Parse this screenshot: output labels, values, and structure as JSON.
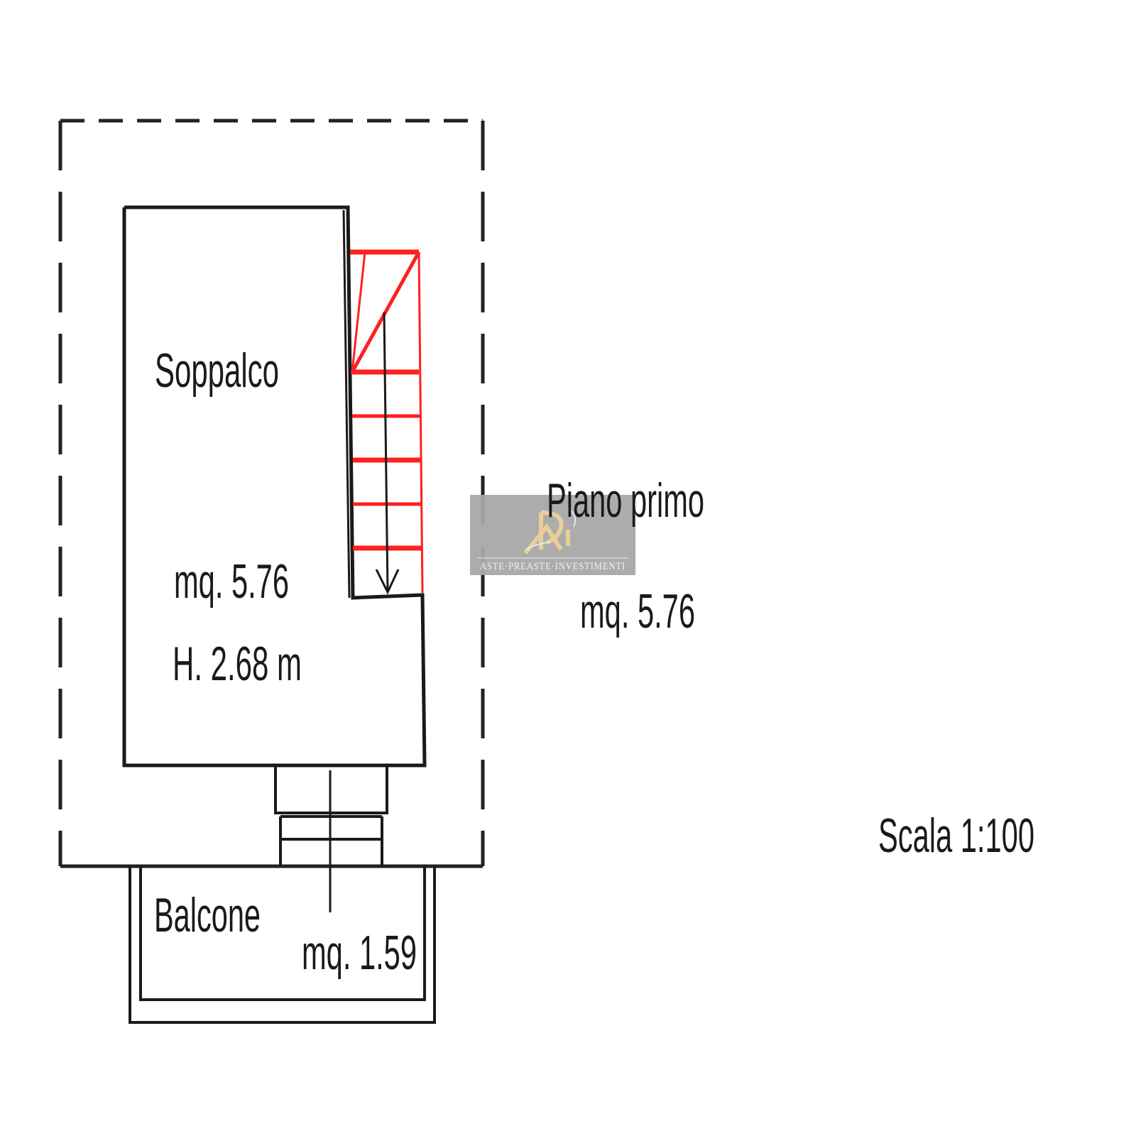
{
  "plan": {
    "rooms": [
      {
        "name": "Soppalco",
        "area": "mq. 5.76",
        "height": "H. 2.68 m"
      },
      {
        "name": "Balcone",
        "area": "mq. 1.59"
      }
    ],
    "floor": {
      "name": "Piano primo",
      "area": "mq. 5.76"
    },
    "scale": "Scala 1:100"
  },
  "watermark": {
    "monogram": "RI",
    "text": "ASTE·PREASTE·INVESTIMENTI"
  },
  "colors": {
    "walls": "#1a1a1a",
    "stairs": "#ff2020",
    "watermark_bg": "#a8a8a8",
    "watermark_logo": "#e8cf95"
  }
}
